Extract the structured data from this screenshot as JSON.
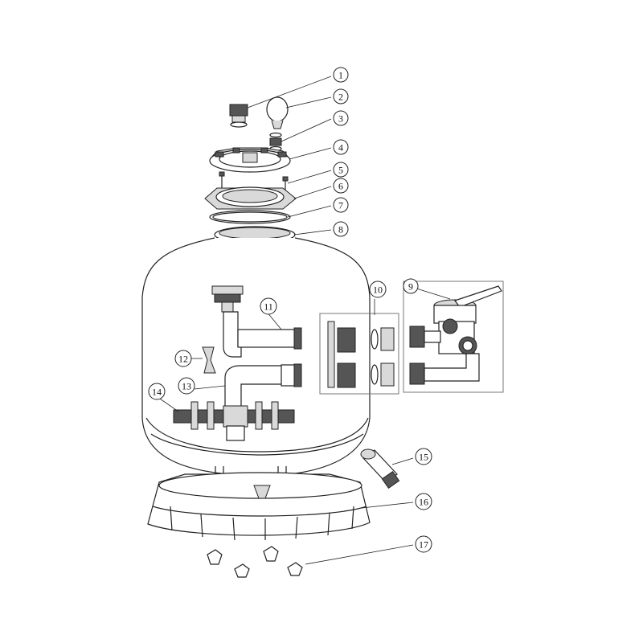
{
  "diagram": {
    "callouts": [
      "1",
      "2",
      "3",
      "4",
      "5",
      "6",
      "7",
      "8",
      "9",
      "10",
      "11",
      "12",
      "13",
      "14",
      "15",
      "16",
      "17"
    ]
  },
  "colors": {
    "line": "#222222",
    "background": "#ffffff",
    "shade": "#d9d9d9"
  }
}
